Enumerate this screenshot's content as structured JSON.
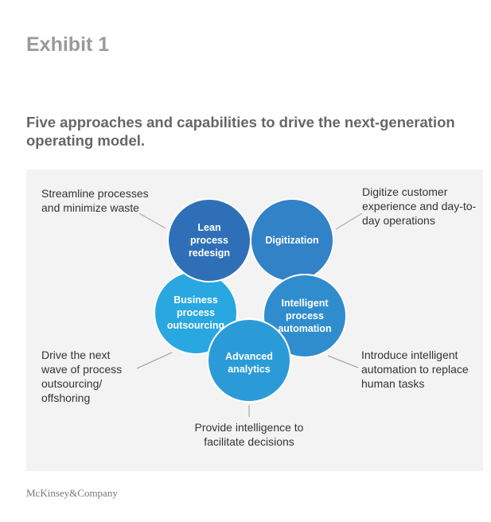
{
  "exhibit": "Exhibit 1",
  "title": "Five approaches and capabilities to drive the next-generation operating model.",
  "circles": {
    "lean": {
      "label": "Lean process redesign",
      "color": "#2f6fb8",
      "note": "Streamline processes and minimize waste"
    },
    "digitization": {
      "label": "Digitization",
      "color": "#3282c8",
      "note": "Digitize customer experience and day-to-day operations"
    },
    "bpo": {
      "label": "Business process outsourcing",
      "color": "#29a7e0",
      "note": "Drive the next wave of process outsourcing/ offshoring"
    },
    "ipa": {
      "label": "Intelligent process automation",
      "color": "#2f8dcd",
      "note": "Introduce intelligent automation to replace human tasks"
    },
    "analytics": {
      "label": "Advanced analytics",
      "color": "#2b9bd7",
      "note": "Provide intelligence to facilitate decisions"
    }
  },
  "footer": "McKinsey&Company"
}
